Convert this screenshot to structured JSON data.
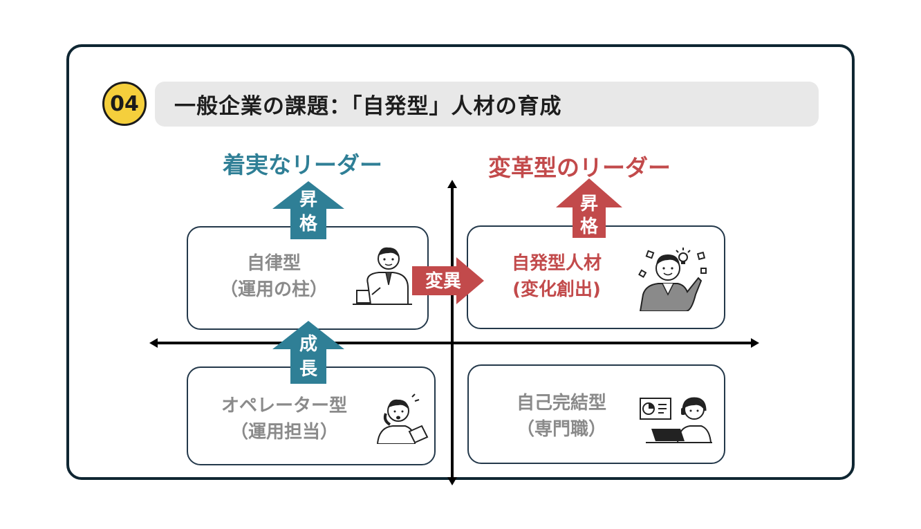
{
  "badge": "04",
  "title": "一般企業の課題：「自発型」人材の育成",
  "headings": {
    "left": "着実なリーダー",
    "right": "変革型のリーダー"
  },
  "arrows": {
    "promote_left": [
      "昇",
      "格"
    ],
    "promote_right": [
      "昇",
      "格"
    ],
    "growth": [
      "成",
      "長"
    ],
    "transform": "変異"
  },
  "quadrants": {
    "top_left": {
      "line1": "自律型",
      "line2": "（運用の柱）"
    },
    "top_right": {
      "line1": "自発型人材",
      "line2": "(変化創出)"
    },
    "bottom_left": {
      "line1": "オペレーター型",
      "line2": "（運用担当）"
    },
    "bottom_right": {
      "line1": "自己完結型",
      "line2": "（専門職）"
    }
  },
  "colors": {
    "teal": "#2f7f96",
    "red": "#c24a4b",
    "grey_text": "#8a8a8a",
    "badge": "#f5cf3c",
    "frame": "#0f2632"
  },
  "icons": {
    "top_left": "businessman-writing-icon",
    "top_right": "person-idea-icon",
    "bottom_left": "operator-phone-icon",
    "bottom_right": "professional-laptop-icon"
  }
}
